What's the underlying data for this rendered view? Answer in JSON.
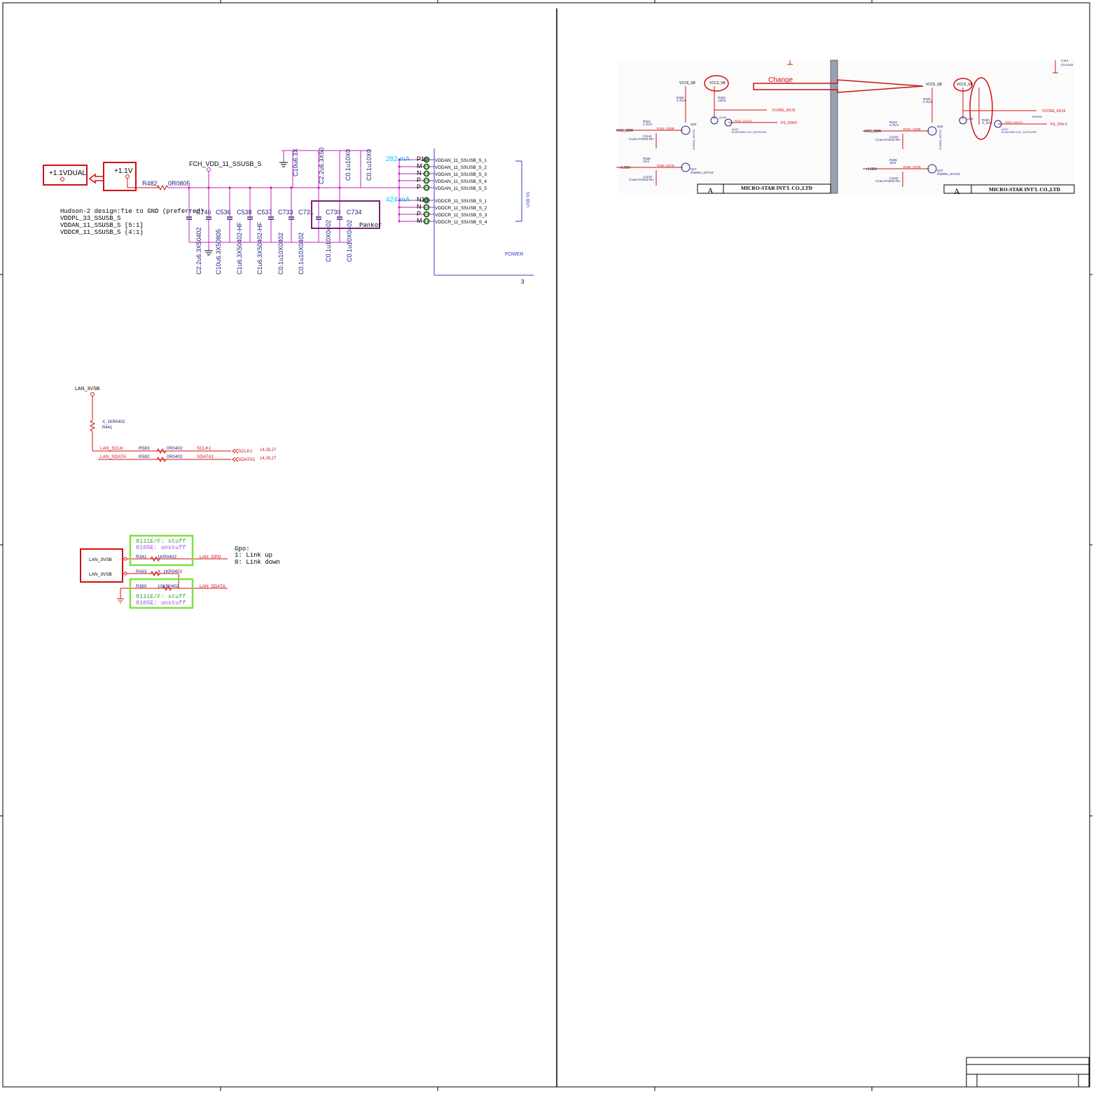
{
  "power": {
    "rail_dual": "+1.1VDUAL",
    "rail_11": "+1.1V",
    "net_fch": "FCH_VDD_11_SSUSB_S",
    "r482_ref": "R482",
    "r482_val": "0R0805",
    "note_lines": [
      "Hudson-2 design:Tie to GND (preferred)",
      "VDDPL_33_SSUSB_S",
      "VDDAN_11_SSUSB_S [5:1]",
      "VDDCR_11_SSUSB_S (4:1)"
    ],
    "caps": [
      {
        "ref": "C746",
        "val": "C2.2u6.3X50402"
      },
      {
        "ref": "C536",
        "val": "C10u6.3X50805"
      },
      {
        "ref": "C538",
        "val": "C1u6.3X50402-HF"
      },
      {
        "ref": "C537",
        "val": "C1u6.3X50402-HF"
      },
      {
        "ref": "C733",
        "val": "C0.1u10X0402"
      },
      {
        "ref": "C731",
        "val": "C0.1u10X0402"
      },
      {
        "ref": "C730",
        "val": "C0.1u10X0402"
      },
      {
        "ref": "C734",
        "val": "C0.1u10X0402"
      }
    ],
    "top_caps": [
      "C10u6.3X",
      "C2.2u6.3X50",
      "C0.1u10X0",
      "C0.1u10X0"
    ],
    "pankor": "Pankor",
    "current_a": "282 mA",
    "current_b": "424 mA",
    "pins_a": [
      "P16",
      "M",
      "N",
      "P",
      "P"
    ],
    "pins_b": [
      "N15",
      "N",
      "P",
      "M"
    ],
    "nets_a": [
      "VDDAN_11_SSUSB_S_1",
      "VDDAN_11_SSUSB_S_2",
      "VDDAN_11_SSUSB_S_3",
      "VDDAN_11_SSUSB_S_4",
      "VDDAN_11_SSUSB_S_5"
    ],
    "nets_b": [
      "VDDCR_11_SSUSB_S_1",
      "VDDCR_11_SSUSB_S_2",
      "VDDCR_11_SSUSB_S_3",
      "VDDCR_11_SSUSB_S_4"
    ],
    "block_usb": "USB SS",
    "block_power": "POWER",
    "page_digit": "3"
  },
  "smbus": {
    "rail": "LAN_3VSB",
    "r441_val": "X_1KR0402",
    "r441_ref": "R441",
    "rows": [
      {
        "net": "LAN_SCLK",
        "ref": "R583",
        "val": "0R0402",
        "out": "SCLK1",
        "port": "SCLK1",
        "pages": "14,26,27"
      },
      {
        "net": "LAN_SDATA",
        "ref": "R582",
        "val": "0R0402",
        "out": "SDATA1",
        "port": "SDATA1",
        "pages": "14,26,27"
      }
    ]
  },
  "gpo": {
    "rail_a": "LAN_3VSB",
    "rail_b": "LAN_3VSB",
    "box1_l1": "8111E/F: stuff",
    "box1_l2": "8105E: unstuff",
    "box2_l1": "8111E/F: stuff",
    "box2_l2": "8105E: unstuff",
    "r341_ref": "R341",
    "r341_val": "1KR0402",
    "r433_ref": "R433",
    "r433_val": "X_1KR0402",
    "r360_ref": "R360",
    "r360_val": "10KR0402",
    "net_gpo": "LAN_GPO",
    "net_sdata": "LAN_SDATA",
    "note": [
      "Gpo:",
      "1: Link up",
      "0: Link down"
    ]
  },
  "compare": {
    "change": "Change",
    "company": "MICRO-STAR INT'L CO.,LTD",
    "left": {
      "vcc5": "VCC5_SB",
      "vcc3": "VCC3_SB",
      "r326": "R326",
      "r326v": "4.7K/4",
      "r334": "R334",
      "r334v": "12K/4",
      "vcore": "VCORE_EN",
      "vcore_pg": "26",
      "r324": "R324",
      "r324v": "4.7K/4",
      "vccddr": "VCC_DDR",
      "r342": "R342_Q26B",
      "c1115": "C1115",
      "c1115v": "C1u6.3Y0402-RH",
      "q26": "Q26",
      "q26v": "2N3904_SOT23",
      "r335": "R335",
      "r335v": "1K/4",
      "v105": "+1.05V",
      "r336": "R336_Q27B",
      "c1119": "C1119",
      "c1119v": "C1u6.3Y0402-RH",
      "q27": "Q27",
      "q27v": "2N3904_SOT23",
      "q147": "Q147",
      "q147v": "N-2N7002LT1G_SOT23-RH",
      "r333": "R333_Q147G",
      "ps_on": "PS_ON#",
      "ps_pg": "9",
      "q146": "Q146"
    },
    "right": {
      "vcc5": "VCC5_SB",
      "vcc3": "VCC3_SB",
      "r329": "R329",
      "r329v": "4.7K/4",
      "r450": "R450",
      "r450v": "X_1K/4",
      "vcore": "VCORE_EN",
      "vcore_pg": "26",
      "r324": "R324",
      "r324v": "4.7K/4",
      "vccddr": "VCC_DDR",
      "r342": "R342_Q26B",
      "c1115": "C1115",
      "c1115v": "C1u6.3Y0402-RH",
      "q26": "Q26",
      "q26v": "2N3904_SOT23",
      "r335": "R335",
      "r335v": "1K/4",
      "v105": "+1.05V",
      "r336": "R336_Q27B",
      "c1119": "C1119",
      "c1119v": "C1u6.3Y0402-RH",
      "q27": "Q27",
      "q27v": "2N3904_SOT23",
      "q147": "Q147",
      "q147v": "N-2N7002LT1G_SOT23-RH",
      "r333": "R333_Q147G",
      "r333v": "0R0402",
      "ps_on": "PS_ON#",
      "ps_pg": "9",
      "q146": "Q146",
      "top_cap": "C0.1u10",
      "top_cap2": "C114"
    }
  }
}
